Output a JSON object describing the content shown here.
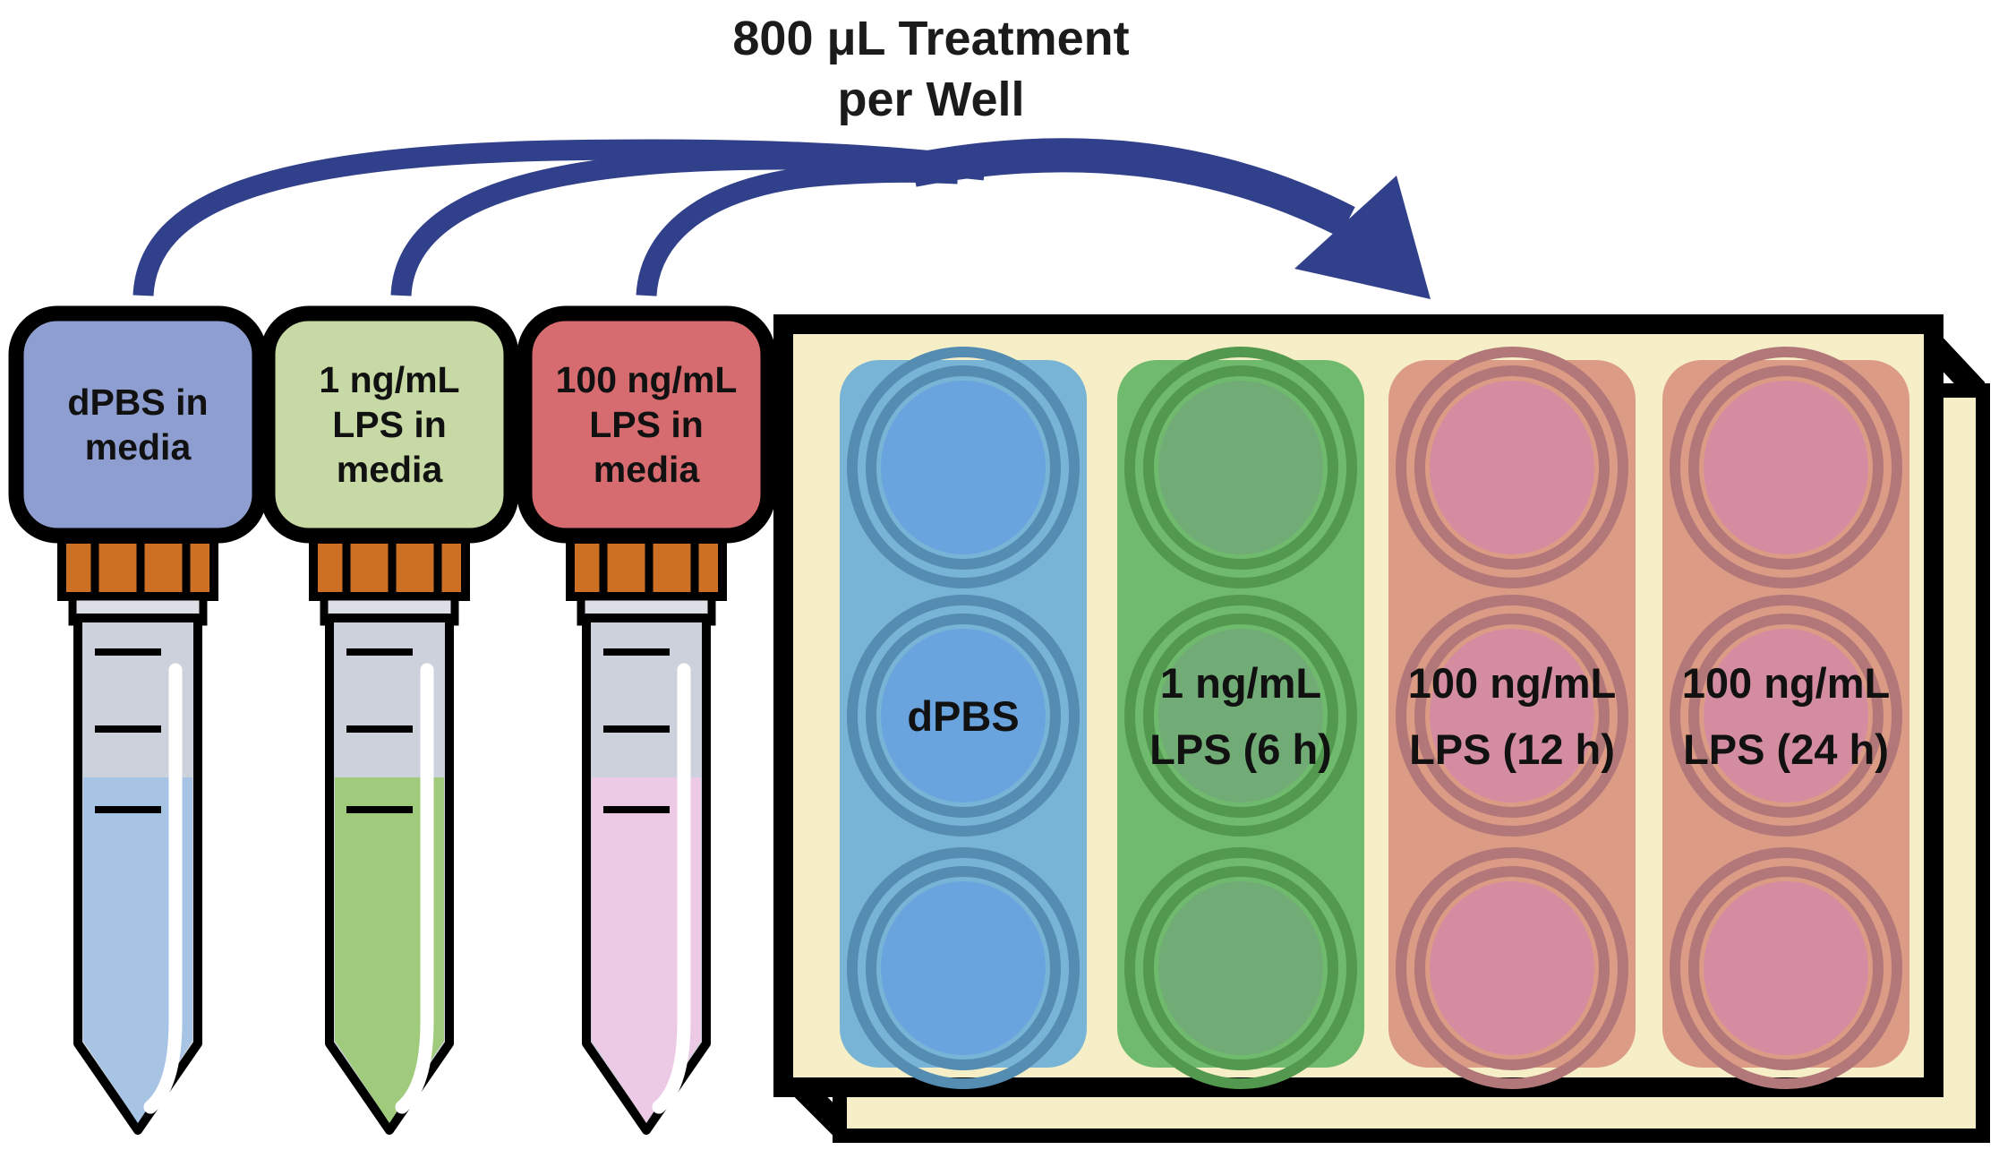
{
  "title": "800 μL Treatment\nper Well",
  "tubes": [
    {
      "label": "dPBS in\nmedia"
    },
    {
      "label": "1 ng/mL\nLPS in\nmedia"
    },
    {
      "label": "100 ng/mL\nLPS in\nmedia"
    }
  ],
  "plate": {
    "columns": [
      {
        "label": "dPBS"
      },
      {
        "label": "1 ng/mL\nLPS (6 h)"
      },
      {
        "label": "100 ng/mL\nLPS (12 h)"
      },
      {
        "label": "100 ng/mL\nLPS (24 h)"
      }
    ],
    "wells_per_column": 3
  },
  "colors": {
    "arrow": "#31408a",
    "outline": "#000000",
    "cap": "#cd7023",
    "flange": "#dcdfe6",
    "tube-body": "#cdd1db",
    "tube1-label": "#8e9ed0",
    "tube1-liquid": "#a8c4e5",
    "tube2-label": "#c7d9a4",
    "tube2-liquid": "#a0ca7c",
    "tube3-label": "#d76c70",
    "tube3-liquid": "#ecc9e4",
    "plate-bg": "#f6eec6",
    "strip-blue": "#77b4d6",
    "ring-blue": "#548cb2",
    "well-blue": "#69a4de",
    "strip-green": "#6fba6c",
    "ring-green": "#53984f",
    "well-green": "#71ac76",
    "strip-pink": "#dc9b85",
    "ring-pink": "#b27778",
    "well-pink": "#d48da0"
  }
}
